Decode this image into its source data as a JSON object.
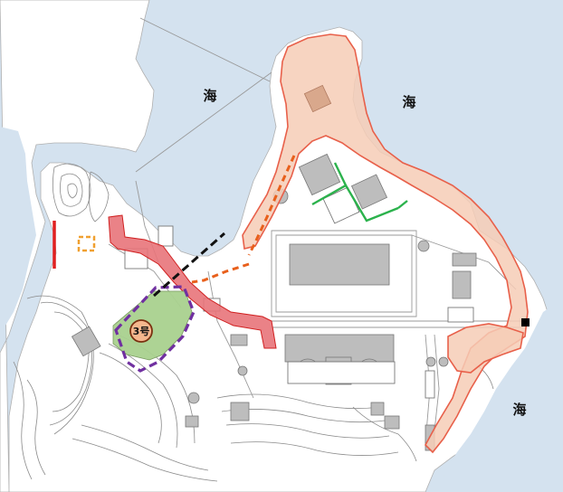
{
  "map": {
    "sea_labels": [
      "海",
      "海",
      "海"
    ],
    "unit_label": "3号"
  },
  "colors": {
    "sea": "#d4e2ef",
    "land": "#ffffff",
    "orange_zone_fill": "#f6cdb6",
    "orange_zone_stroke": "#e8604a",
    "red_zone": "#e8747a",
    "red_line": "#e02020",
    "green_route": "#2bb24c",
    "green_area": "#a9d18e",
    "purple_boundary": "#7030a0",
    "orange_dashed": "#e8601c",
    "yellow_dashed": "#f0a030",
    "black_dashed": "#111111",
    "unit_badge": "#f5b78e"
  },
  "icons": {
    "unit-marker": "circle-badge"
  }
}
